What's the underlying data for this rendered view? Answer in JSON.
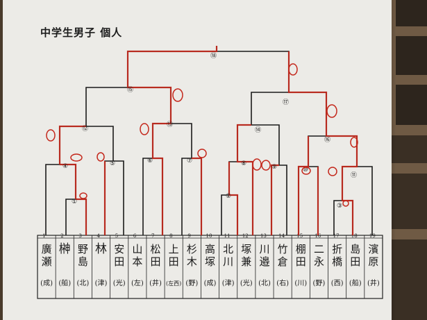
{
  "title": "中学生男子 個人",
  "entries": [
    {
      "seed": "1",
      "name": [
        "廣",
        "瀬"
      ],
      "school": "(成)"
    },
    {
      "seed": "2",
      "name": [
        "榊"
      ],
      "school": "(船)"
    },
    {
      "seed": "3",
      "name": [
        "野",
        "島"
      ],
      "school": "(北)"
    },
    {
      "seed": "4",
      "name": [
        "林"
      ],
      "school": "(津)"
    },
    {
      "seed": "5",
      "name": [
        "安",
        "田"
      ],
      "school": "(光)"
    },
    {
      "seed": "6",
      "name": [
        "山",
        "本"
      ],
      "school": "(左)"
    },
    {
      "seed": "7",
      "name": [
        "松",
        "田"
      ],
      "school": "(井)"
    },
    {
      "seed": "8",
      "name": [
        "上",
        "田"
      ],
      "school": "(左西)"
    },
    {
      "seed": "9",
      "name": [
        "杉",
        "木"
      ],
      "school": "(野)"
    },
    {
      "seed": "10",
      "name": [
        "高",
        "塚"
      ],
      "school": "(成)"
    },
    {
      "seed": "11",
      "name": [
        "北",
        "川"
      ],
      "school": "(津)"
    },
    {
      "seed": "12",
      "name": [
        "塚",
        "兼"
      ],
      "school": "(光)"
    },
    {
      "seed": "13",
      "name": [
        "川",
        "邉"
      ],
      "school": "(北)"
    },
    {
      "seed": "14",
      "name": [
        "竹",
        "倉"
      ],
      "school": "(右)"
    },
    {
      "seed": "15",
      "name": [
        "棚",
        "田"
      ],
      "school": "(川)"
    },
    {
      "seed": "16",
      "name": [
        "二",
        "永"
      ],
      "school": "(野)"
    },
    {
      "seed": "17",
      "name": [
        "折",
        "橋"
      ],
      "school": "(西)"
    },
    {
      "seed": "18",
      "name": [
        "島",
        "田"
      ],
      "school": "(船)"
    },
    {
      "seed": "19",
      "name": [
        "濱",
        "原"
      ],
      "school": "(井)"
    }
  ],
  "match_numbers": [
    "①",
    "②",
    "③",
    "④",
    "⑤",
    "⑥",
    "⑦",
    "⑧",
    "⑨",
    "⑩",
    "⑪",
    "⑫",
    "⑬",
    "⑭",
    "⑮",
    "⑯",
    "⑰",
    "⑱"
  ],
  "colors": {
    "paper": "#ecebe7",
    "ink": "#1a1a1a",
    "win_line": "#c4281c",
    "wood": "#5e4a36"
  }
}
